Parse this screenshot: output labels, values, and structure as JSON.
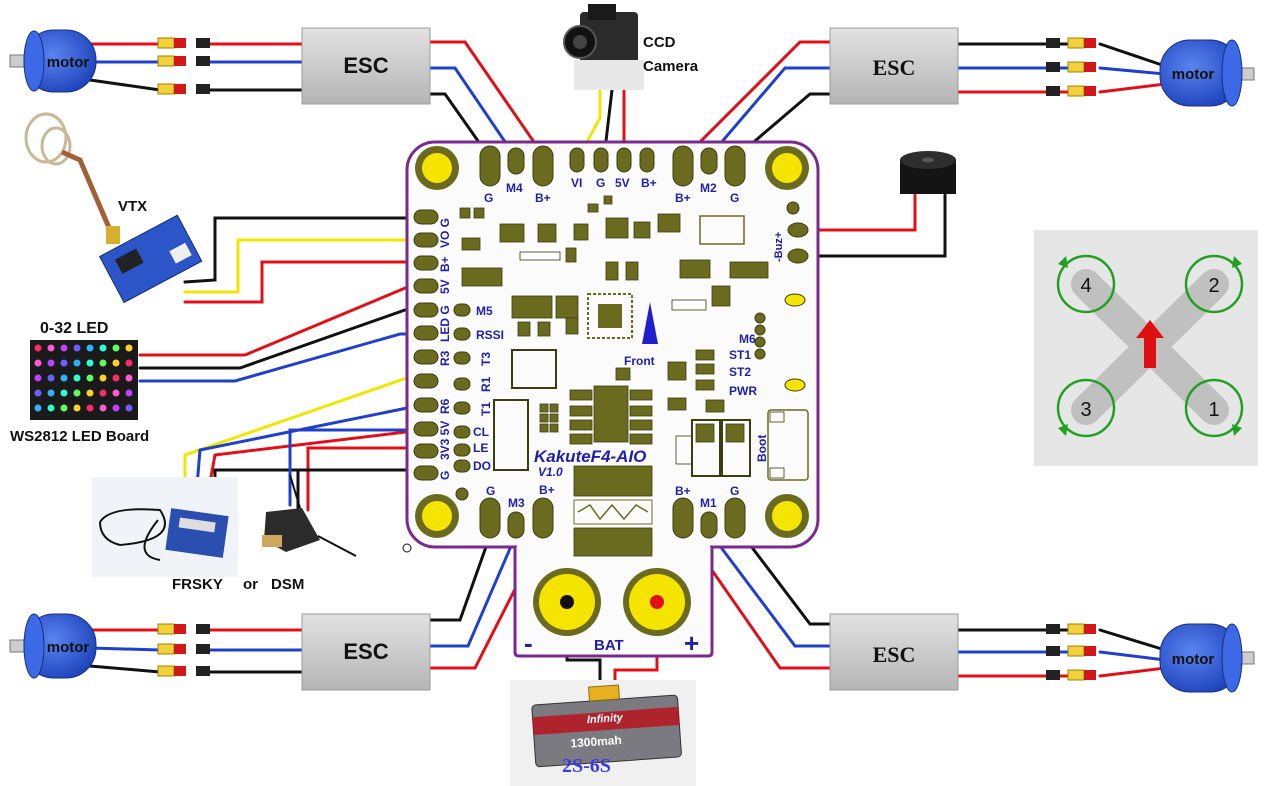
{
  "motors": {
    "label": "motor"
  },
  "escs": {
    "label": "ESC"
  },
  "camera": {
    "label_line1": "CCD",
    "label_line2": "Camera"
  },
  "vtx": {
    "label": "VTX"
  },
  "led": {
    "title": "0-32 LED",
    "board_label": "WS2812 LED Board"
  },
  "receivers": {
    "frsky": "FRSKY",
    "or": "or",
    "dsm": "DSM"
  },
  "battery": {
    "label": "BAT",
    "minus": "-",
    "plus": "+",
    "cell_label": "2S-6S",
    "pack_text": "1300mah",
    "brand": "Infinity"
  },
  "board": {
    "name": "KakuteF4-AIO",
    "version": "V1.0",
    "front": "Front",
    "boot": "Boot",
    "buzzer": "-Buz+",
    "top_pads": [
      "G",
      "M4",
      "B+",
      "VI",
      "G",
      "5V",
      "B+",
      "B+",
      "M2",
      "G"
    ],
    "bottom_pads": [
      "G",
      "M3",
      "B+",
      "B+",
      "M1",
      "G"
    ],
    "left_pads": [
      "VO G",
      "B+",
      "5V",
      "LED G",
      "R3",
      "R6",
      "3V3 5V",
      "G"
    ],
    "mid_labels": [
      "M5",
      "RSSI",
      "T3",
      "R1",
      "T1",
      "CL",
      "LE",
      "DO"
    ],
    "right_labels": [
      "M6",
      "ST1",
      "ST2",
      "PWR"
    ]
  },
  "quad": {
    "motor_numbers": [
      "4",
      "2",
      "3",
      "1"
    ]
  },
  "colors": {
    "board": "#7a2a8c",
    "pad": "#f5e400",
    "pad_dark": "#6b6b1f",
    "wire_red": "#e0101a",
    "wire_blue": "#2040c8",
    "wire_black": "#111111",
    "wire_yellow": "#f2e600",
    "label_blue": "#1f1fa8",
    "esc_gray": "#c8c8c8",
    "motor_blue": "#2a55d8",
    "quad_bg": "#e6e6e6",
    "quad_green": "#22a022",
    "arrow_red": "#e01010"
  }
}
